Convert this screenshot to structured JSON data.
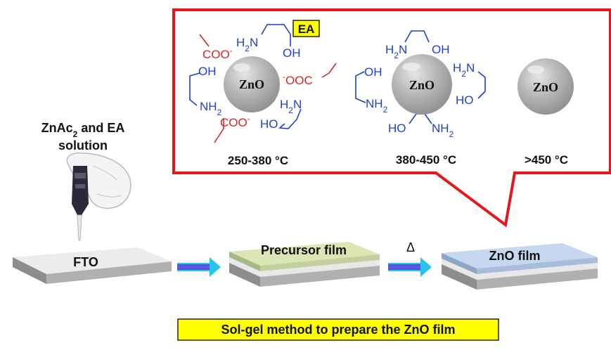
{
  "colors": {
    "callout_border": "#e8161b",
    "ea_box_fill": "#ffff00",
    "caption_fill": "#ffff00",
    "red_ligand": "#d6262a",
    "blue_ligand": "#1f3fd1",
    "fto_top": "#ececec",
    "precursor_top": "#dbe6b4",
    "zno_top": "#c6d8f0",
    "arrow_blue": "#3f4fd8",
    "arrow_cyan": "#27c3ea"
  },
  "left_label": {
    "line1_prefix": "ZnAc",
    "line1_sub": "2",
    "line1_suffix": " and EA",
    "line2": "solution"
  },
  "callout": {
    "ea_tag": "EA",
    "stages": [
      {
        "temperature": "250-380 °C",
        "particle_label": "ZnO",
        "acetate_groups": [
          "COO",
          "OOC",
          "COO"
        ],
        "acetate_charge": "-",
        "amines": [
          "H2N",
          "OH",
          "OH",
          "NH2",
          "H2N",
          "HO"
        ]
      },
      {
        "temperature": "380-450 °C",
        "particle_label": "ZnO",
        "amines": [
          "H2N",
          "OH",
          "OH",
          "NH2",
          "H2N",
          "HO",
          "HO",
          "NH2"
        ]
      },
      {
        "temperature": ">450 °C",
        "particle_label": "ZnO"
      }
    ]
  },
  "process": {
    "substrates": [
      {
        "label": "FTO"
      },
      {
        "label": "Precursor film"
      },
      {
        "label": "ZnO film"
      }
    ],
    "heat_symbol": "Δ"
  },
  "icons": [
    "pipette-hand-icon",
    "arrow-right-icon",
    "arrow-right-icon"
  ],
  "caption": "Sol-gel method to prepare the ZnO film"
}
